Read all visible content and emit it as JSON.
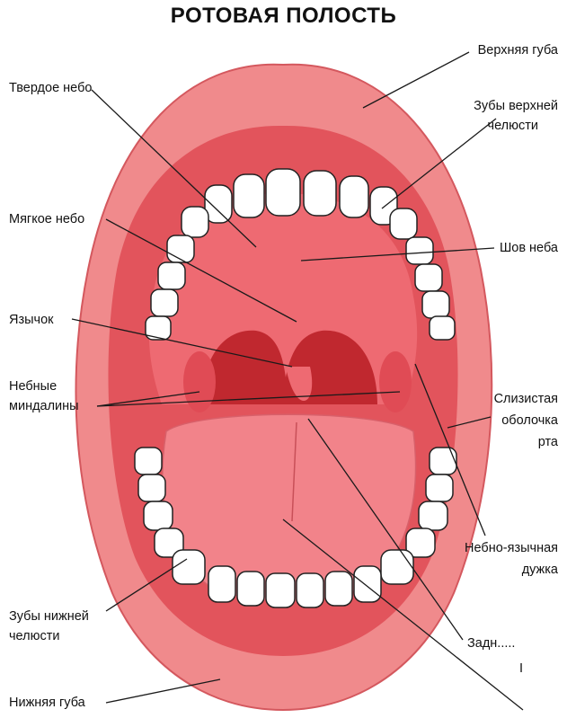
{
  "title": "РОТОВАЯ ПОЛОСТЬ",
  "labels": {
    "upper_lip": "Верхняя губа",
    "hard_palate": "Твердое небо",
    "upper_teeth_1": "Зубы верхней",
    "upper_teeth_2": "челюсти",
    "soft_palate": "Мягкое небо",
    "palate_suture": "Шов неба",
    "uvula": "Язычок",
    "tonsils_1": "Небные",
    "tonsils_2": "миндалины",
    "mucosa_1": "Слизистая",
    "mucosa_2": "оболочка",
    "mucosa_3": "рта",
    "arch_1": "Небно-язычная",
    "arch_2": "дужка",
    "lower_teeth_1": "Зубы нижней",
    "lower_teeth_2": "челюсти",
    "partial_1": "Задн.....",
    "partial_2": "I",
    "lower_lip": "Нижняя губа"
  },
  "colors": {
    "lip": "#f08a8c",
    "lip_dark": "#d85a60",
    "palate": "#ee6a72",
    "throat": "#c0282f",
    "tongue": "#f2838a",
    "teeth": "#ffffff",
    "gum": "#e2545c",
    "line": "#1a1a1a"
  }
}
